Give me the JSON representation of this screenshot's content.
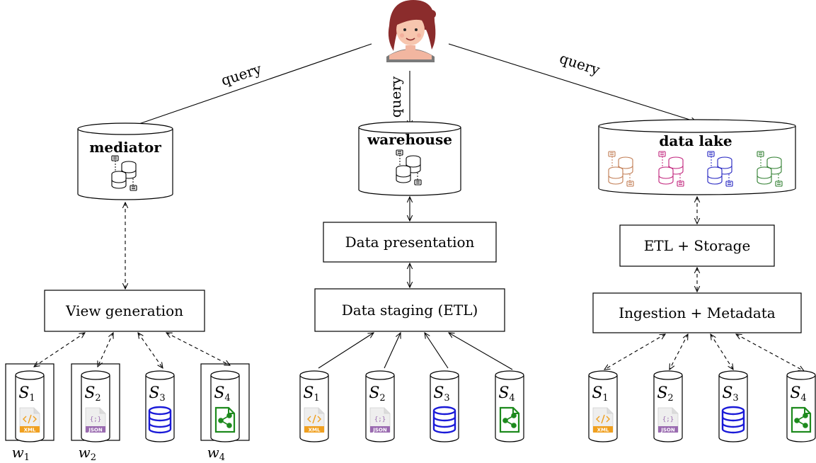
{
  "colors": {
    "xml": "#f0a020",
    "json": "#9a6bb0",
    "database": "#1a1ad8",
    "graph": "#1d8a1d",
    "lake_brown": "#c07a50",
    "lake_magenta": "#c0207a",
    "lake_blue": "#2020c0",
    "lake_green": "#2e7d2e"
  },
  "user_icon": "user-avatar",
  "query_label": "query",
  "mediator": {
    "title": "mediator",
    "view_generation": "View generation",
    "wrappers": [
      "w",
      "w",
      "w"
    ],
    "wrapper_subs": [
      "1",
      "2",
      "4"
    ]
  },
  "warehouse": {
    "title": "warehouse",
    "data_presentation": "Data presentation",
    "data_staging": "Data staging (ETL)"
  },
  "datalake": {
    "title": "data lake",
    "etl_storage": "ETL + Storage",
    "ingestion": "Ingestion + Metadata"
  },
  "sources": [
    {
      "letter": "S",
      "sub": "1",
      "icon": "xml-file-icon",
      "tag": "XML"
    },
    {
      "letter": "S",
      "sub": "2",
      "icon": "json-file-icon",
      "tag": "JSON"
    },
    {
      "letter": "S",
      "sub": "3",
      "icon": "database-icon",
      "tag": ""
    },
    {
      "letter": "S",
      "sub": "4",
      "icon": "graph-file-icon",
      "tag": ""
    }
  ]
}
